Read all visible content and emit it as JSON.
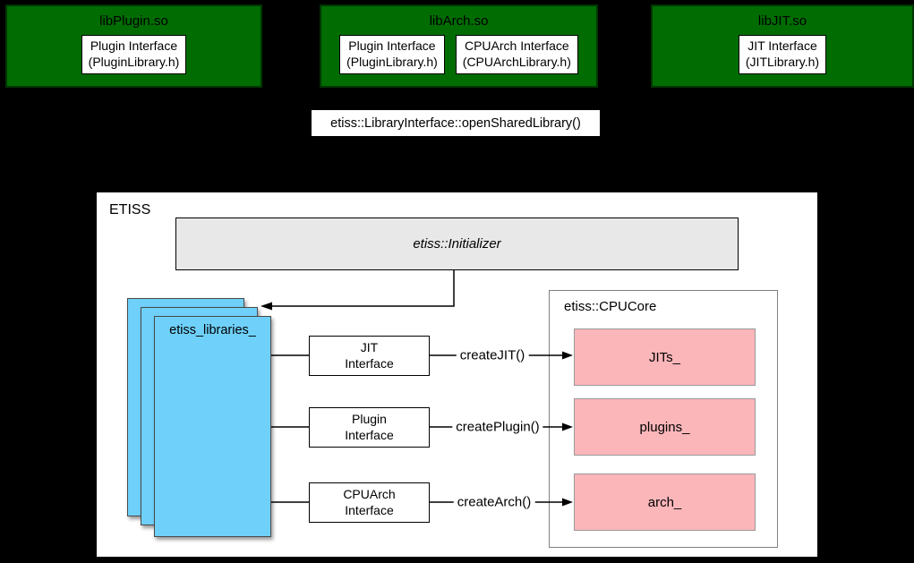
{
  "colors": {
    "background": "#000000",
    "library_green": "#006C02",
    "stack_blue": "#6FD1FA",
    "member_pink": "#FBB6BA",
    "initializer_gray": "#E8E8E8",
    "panel_white": "#FFFFFF"
  },
  "libraries": [
    {
      "title": "libPlugin.so",
      "interfaces": [
        {
          "name": "Plugin Interface",
          "header": "(PluginLibrary.h)"
        }
      ]
    },
    {
      "title": "libArch.so",
      "interfaces": [
        {
          "name": "Plugin Interface",
          "header": "(PluginLibrary.h)"
        },
        {
          "name": "CPUArch Interface",
          "header": "(CPUArchLibrary.h)"
        }
      ]
    },
    {
      "title": "libJIT.so",
      "interfaces": [
        {
          "name": "JIT Interface",
          "header": "(JITLibrary.h)"
        }
      ]
    }
  ],
  "loader_label": "etiss::LibraryInterface::openSharedLibrary()",
  "etiss": {
    "title": "ETISS",
    "initializer_label": "etiss::Initializer",
    "libraries_stack_label": "etiss_libraries_",
    "cpucore": {
      "title": "etiss::CPUCore",
      "members": [
        "JITs_",
        "plugins_",
        "arch_"
      ]
    },
    "rows": [
      {
        "interface": [
          "JIT",
          "Interface"
        ],
        "call": "createJIT()",
        "target": "JITs_"
      },
      {
        "interface": [
          "Plugin",
          "Interface"
        ],
        "call": "createPlugin()",
        "target": "plugins_"
      },
      {
        "interface": [
          "CPUArch",
          "Interface"
        ],
        "call": "createArch()",
        "target": "arch_"
      }
    ]
  }
}
